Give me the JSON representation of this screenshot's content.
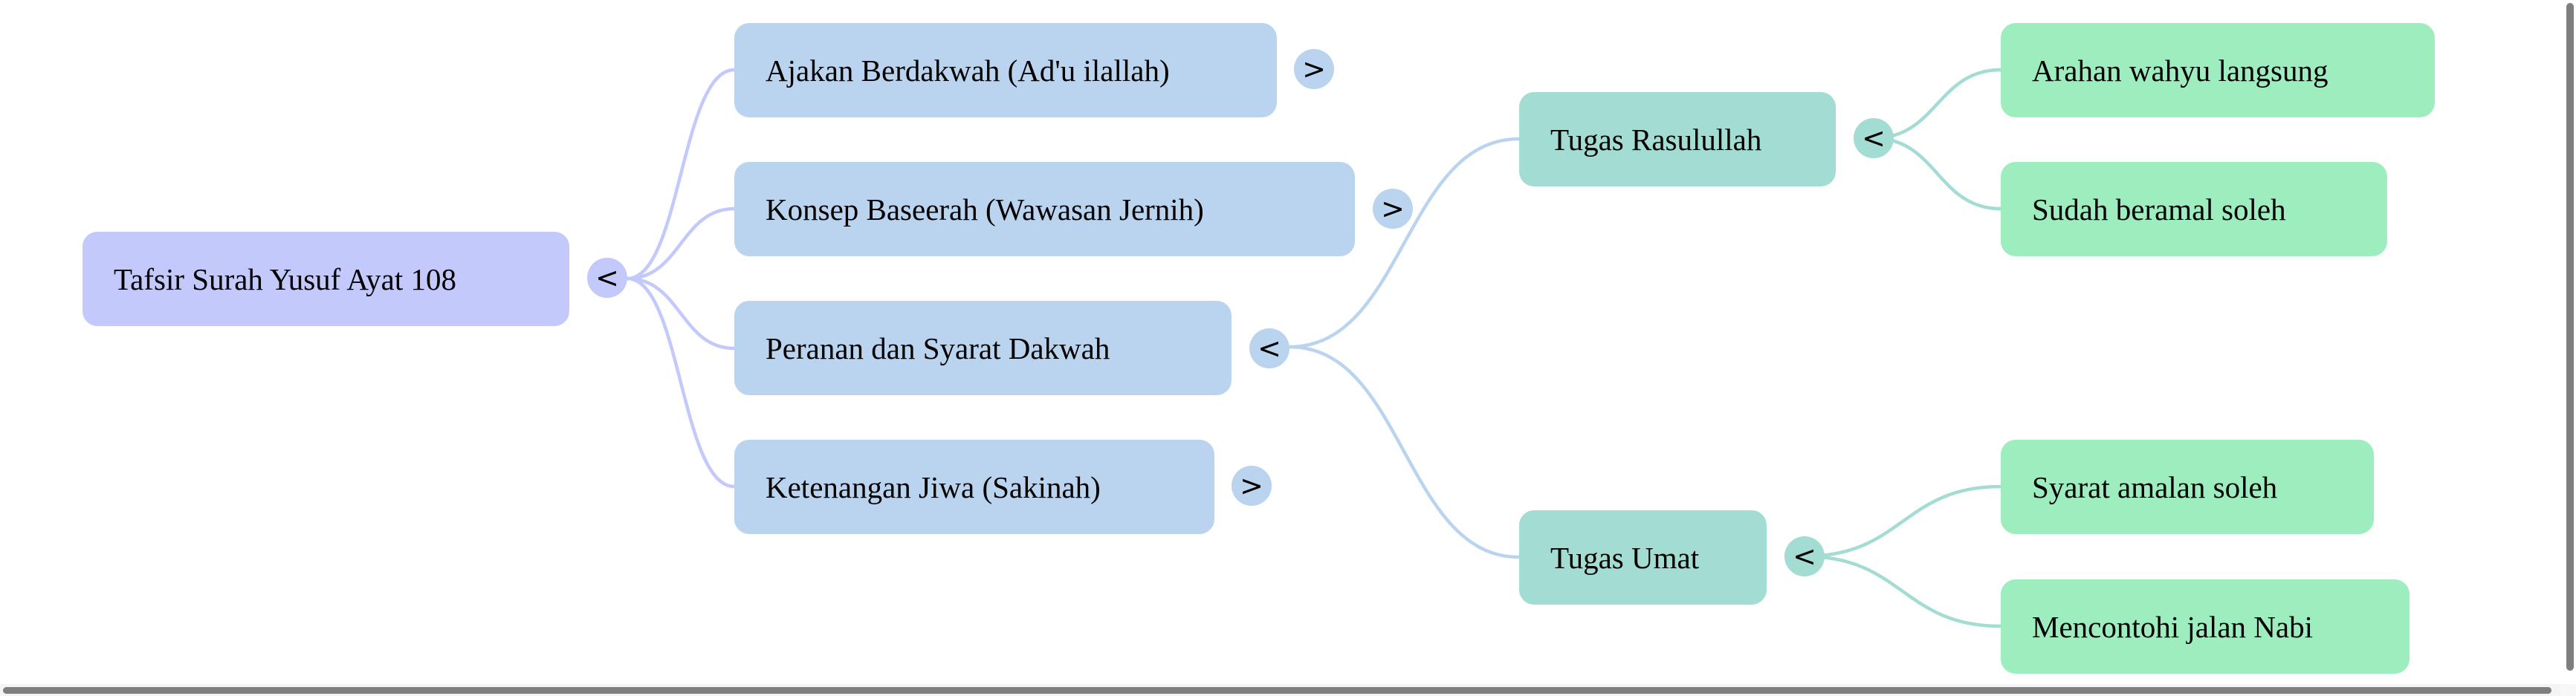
{
  "colors": {
    "root": "#c3c9fb",
    "level1": "#bad4ef",
    "level2": "#a3dcd2",
    "leaf": "#9dedbe",
    "link_root": "#c3c9fb",
    "link_level1": "#bad4ef",
    "link_level2": "#a3dcd2"
  },
  "mindmap": {
    "root": {
      "label": "Tafsir Surah Yusuf Ayat 108",
      "toggle": "<"
    },
    "level1": [
      {
        "label": "Ajakan Berdakwah (Ad'u ilallah)",
        "toggle": ">"
      },
      {
        "label": "Konsep Baseerah (Wawasan Jernih)",
        "toggle": ">"
      },
      {
        "label": "Peranan dan Syarat Dakwah",
        "toggle": "<"
      },
      {
        "label": "Ketenangan Jiwa (Sakinah)",
        "toggle": ">"
      }
    ],
    "level2": [
      {
        "label": "Tugas Rasulullah",
        "toggle": "<"
      },
      {
        "label": "Tugas Umat",
        "toggle": "<"
      }
    ],
    "leaves": [
      {
        "label": "Arahan wahyu langsung"
      },
      {
        "label": "Sudah beramal soleh"
      },
      {
        "label": "Syarat amalan soleh"
      },
      {
        "label": "Mencontohi jalan Nabi"
      }
    ]
  }
}
